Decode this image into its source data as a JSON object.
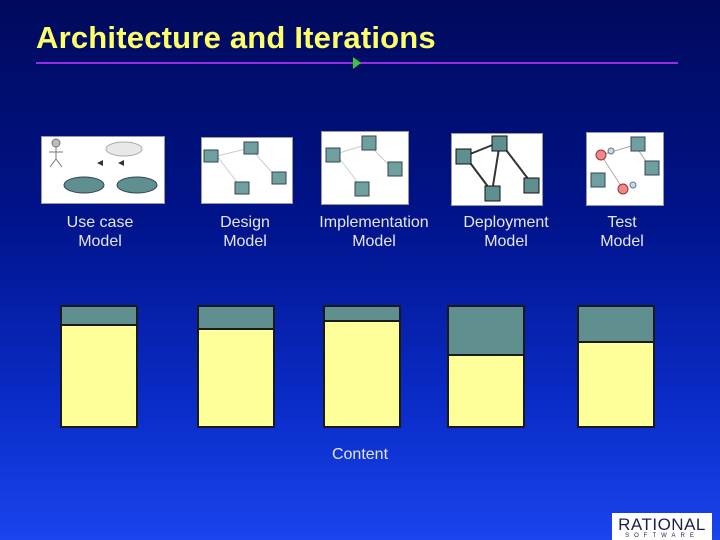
{
  "slide": {
    "title": "Architecture and Iterations",
    "content_label": "Content"
  },
  "models": [
    {
      "line1": "Use case",
      "line2": "Model",
      "content_fraction": 0.16
    },
    {
      "line1": "Design",
      "line2": "Model",
      "content_fraction": 0.19
    },
    {
      "line1": "Implementation",
      "line2": "Model",
      "content_fraction": 0.13
    },
    {
      "line1": "Deployment",
      "line2": "Model",
      "content_fraction": 0.41
    },
    {
      "line1": "Test",
      "line2": "Model",
      "content_fraction": 0.3
    }
  ],
  "logo": {
    "word": "RATIONAL",
    "sub": "SOFTWARE"
  },
  "colors": {
    "title": "#ffff66",
    "rule": "#9a2be0",
    "content_fill": "#5f8f8f",
    "bar_bg": "#ffff99"
  }
}
